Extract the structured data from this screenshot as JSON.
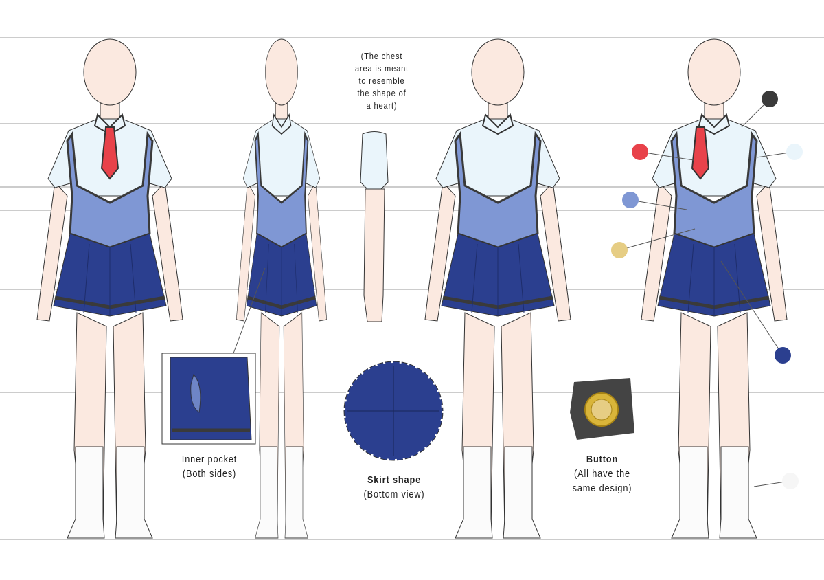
{
  "title": "School uniform character reference sheet",
  "views": [
    "front",
    "side",
    "back",
    "three-quarter"
  ],
  "annotations": {
    "chest_note": [
      "(The chest",
      "area is meant",
      "to resemble",
      "the shape of",
      "a heart)"
    ],
    "inner_pocket": {
      "title": "Inner pocket",
      "subtitle": "(Both sides)"
    },
    "skirt_shape": {
      "title": "Skirt shape",
      "subtitle": "(Bottom view)"
    },
    "button": {
      "title": "Button",
      "subtitle_lines": [
        "(All have the",
        "same design)"
      ]
    }
  },
  "palette": [
    {
      "name": "trim-black",
      "hex": "#3a3a3a"
    },
    {
      "name": "tie-red",
      "hex": "#e8424a"
    },
    {
      "name": "shirt-white",
      "hex": "#eaf5fb"
    },
    {
      "name": "vest-periwinkle",
      "hex": "#7f97d4"
    },
    {
      "name": "button-gold",
      "hex": "#e6cd84"
    },
    {
      "name": "skirt-navy",
      "hex": "#2b3f8f"
    },
    {
      "name": "sock-white",
      "hex": "#f6f6f6"
    }
  ],
  "colors": {
    "skin": "#fbe9e0",
    "line": "#333333",
    "guide": "#999999"
  }
}
